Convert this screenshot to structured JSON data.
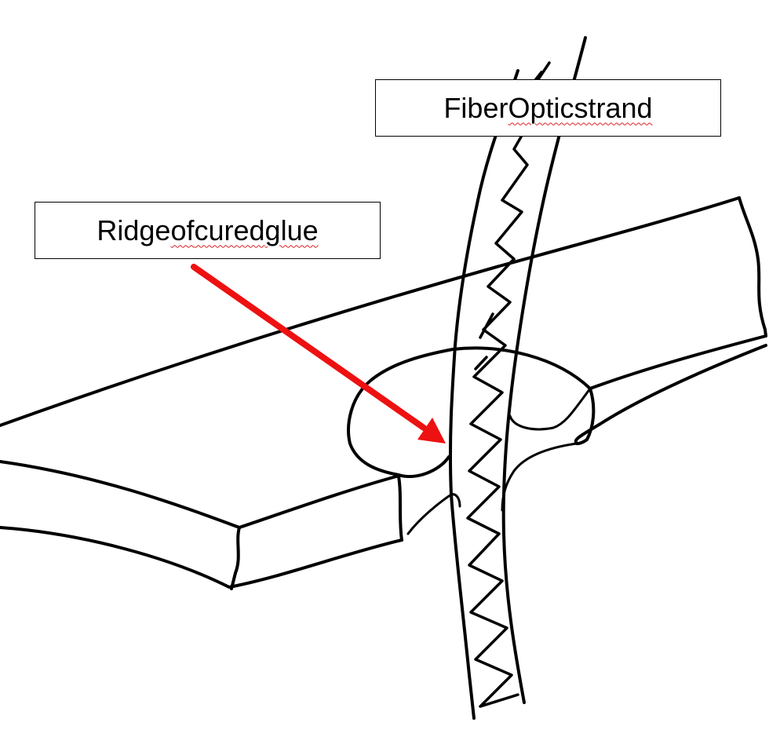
{
  "labels": {
    "fiber": {
      "pre": "Fiber ",
      "word1": "Optic",
      "mid": " ",
      "word2": "strand"
    },
    "glue": {
      "pre": "Ridge ",
      "word1": "of",
      "mid": " ",
      "word2": "cured glue",
      "word2a": "cured",
      "gap": " ",
      "word2b": "glue"
    }
  },
  "colors": {
    "ink": "#000000",
    "arrow": "#ee1111",
    "spellcheck": "#e02020"
  }
}
